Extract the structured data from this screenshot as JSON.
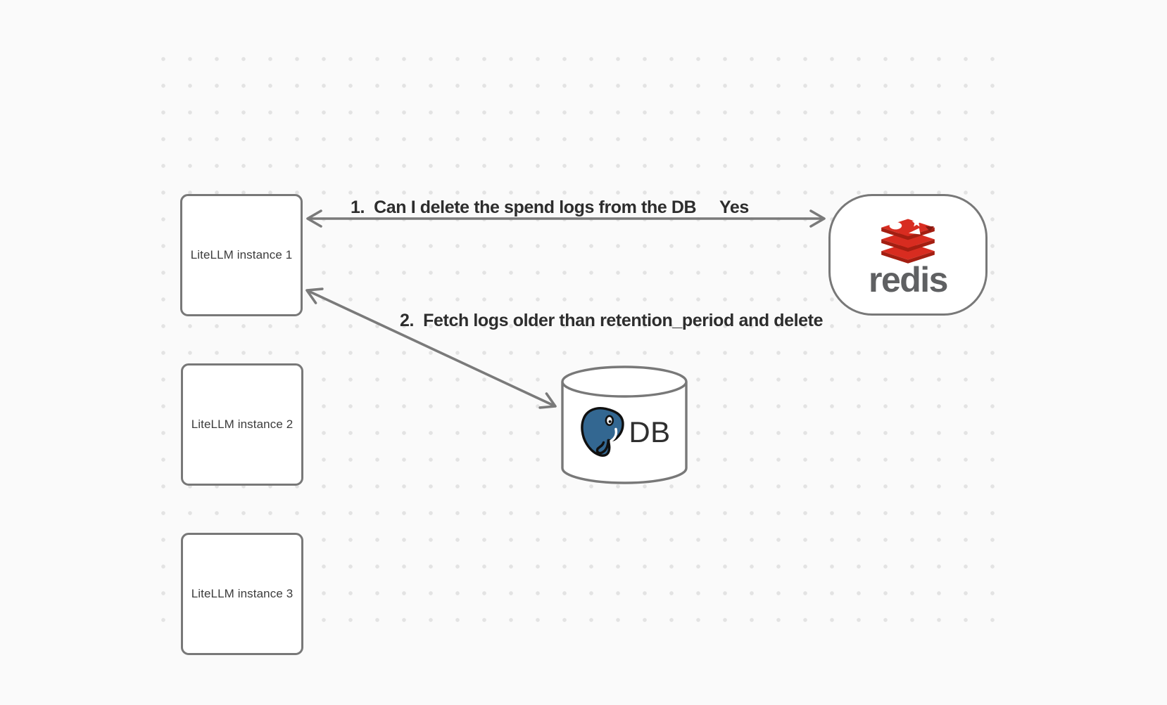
{
  "canvas": {
    "background_color": "#fafafa",
    "dot_color": "#e3e3e3",
    "stroke_color": "#787878"
  },
  "nodes": {
    "litellm_instances": [
      {
        "label": "LiteLLM instance 1"
      },
      {
        "label": "LiteLLM instance 2"
      },
      {
        "label": "LiteLLM instance 3"
      }
    ],
    "redis": {
      "label": "redis",
      "icon": "redis-logo-icon",
      "logo_red": "#d82c20",
      "logo_dark_red": "#a41e11",
      "wordmark_color": "#5f6062"
    },
    "db": {
      "label": "DB",
      "icon": "postgresql-elephant-icon",
      "postgres_blue": "#336791"
    }
  },
  "arrows": [
    {
      "label": "1.  Can I delete the spend logs from the DB",
      "response": "Yes",
      "from": "LiteLLM instance 1",
      "to": "redis",
      "style": "double-headed"
    },
    {
      "label": "2.  Fetch logs older than retention_period and delete",
      "from": "LiteLLM instance 1",
      "to": "DB",
      "style": "double-headed"
    }
  ]
}
